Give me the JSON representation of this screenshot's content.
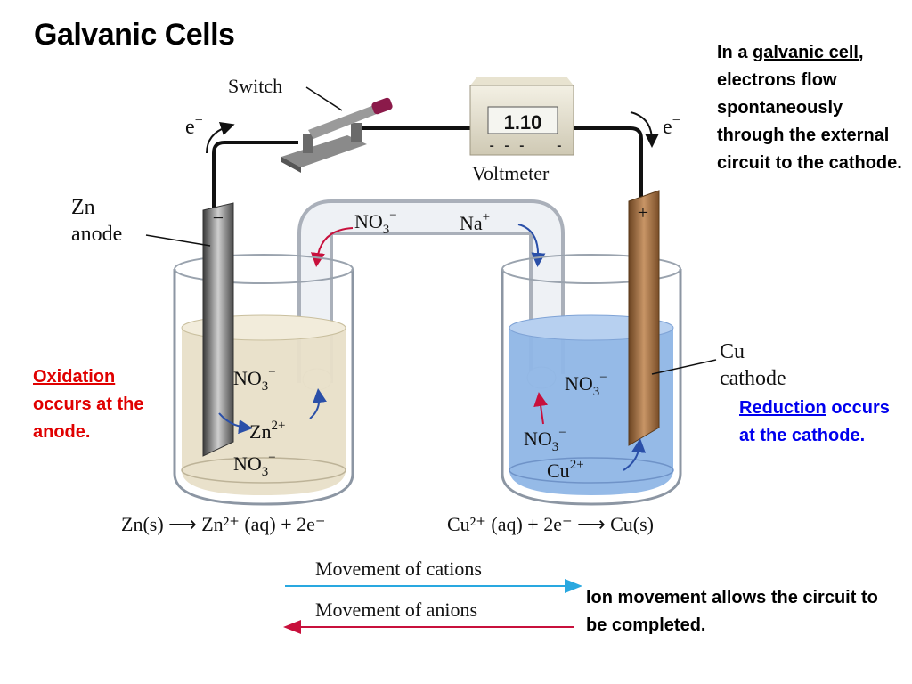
{
  "title": "Galvanic Cells",
  "notes": {
    "galvanic_prefix": "In a ",
    "galvanic_term": "galvanic cell,",
    "galvanic_rest": " electrons flow spontaneously through the external circuit to the cathode.",
    "oxidation_term": "Oxidation",
    "oxidation_rest": " occurs at the anode.",
    "reduction_term": "Reduction",
    "reduction_rest": " occurs at the cathode.",
    "ion_movement": "Ion movement allows the circuit to be completed."
  },
  "diagram": {
    "switch_label": "Switch",
    "voltmeter_label": "Voltmeter",
    "voltmeter_reading": "1.10",
    "voltmeter_dashes": "- - -    -",
    "electron_left": "e",
    "electron_right": "e",
    "electron_sup": "−",
    "anode_element": "Zn",
    "anode_word": "anode",
    "cathode_element": "Cu",
    "cathode_word": "cathode",
    "anode_sign": "−",
    "cathode_sign": "+",
    "bridge_anion": "NO",
    "bridge_cation": "Na",
    "sub3": "3",
    "minus": "−",
    "plus": "+",
    "zn_ion": "Zn",
    "cu_ion": "Cu",
    "charge2": "2+",
    "left_nitrate": "NO",
    "right_nitrate": "NO"
  },
  "equations": {
    "left": "Zn(s) ⟶ Zn²⁺ (aq) + 2e⁻",
    "right": "Cu²⁺ (aq) + 2e⁻ ⟶ Cu(s)"
  },
  "legend": {
    "cations": "Movement of cations",
    "anions": "Movement of anions",
    "cation_color": "#29a8e0",
    "anion_color": "#c8103c"
  },
  "colors": {
    "left_solution": "#e8dfc8",
    "right_solution": "#8fb6e6",
    "zinc": "#6e6e6e",
    "copper": "#9a6a3a",
    "arrow_blue": "#2a4fa8",
    "arrow_red": "#c8103c"
  }
}
